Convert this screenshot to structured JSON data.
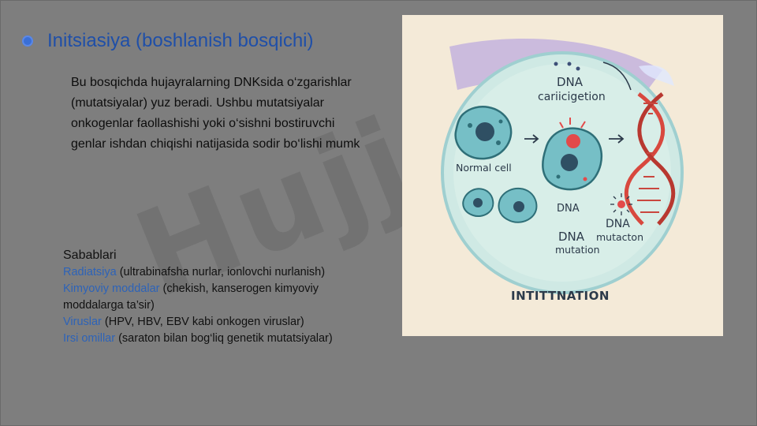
{
  "slide": {
    "title": "Initsiasiya (boshlanish bosqichi)",
    "paragraph_lines": [
      "Bu bosqichda hujayralarning DNKsida o‘zgarishlar",
      "(mutatsiyalar) yuz beradi. Ushbu mutatsiyalar",
      "onkogenlar faollashishi yoki o‘sishni bostiruvchi",
      "genlar ishdan chiqishi natijasida sodir bo‘lishi mumk"
    ],
    "causes_heading": "Sabablari",
    "causes": [
      {
        "term": "Radiatsiya",
        "detail": " (ultrabinafsha nurlar, ionlovchi nurlanish)"
      },
      {
        "term": "Kimyoviy moddalar",
        "detail": " (chekish, kanserogen kimyoviy"
      },
      {
        "term": "",
        "detail": "moddalarga ta’sir)"
      },
      {
        "term": "Viruslar",
        "detail": " (HPV, HBV, EBV kabi onkogen viruslar)"
      },
      {
        "term": "Irsi omillar",
        "detail": " (saraton bilan bog‘liq genetik mutatsiyalar)"
      }
    ],
    "watermark": "Hujjat"
  },
  "illustration": {
    "label_dna_top": "DNA",
    "label_dna_sub": "cariicigetion",
    "label_normal_cell": "Normal cell",
    "label_dna_mid": "DNA",
    "label_dna_bottom": "DNA",
    "label_mutation": "mutation",
    "label_dna_right": "DNA",
    "label_mutacton": "mutacton",
    "label_caption": "INTITTNATION"
  },
  "colors": {
    "background": "#7e7e7e",
    "title": "#1f4fa8",
    "highlight": "#2d63b8",
    "bullet": "#3a6fd6",
    "illustration_bg": "#f4ead8"
  }
}
